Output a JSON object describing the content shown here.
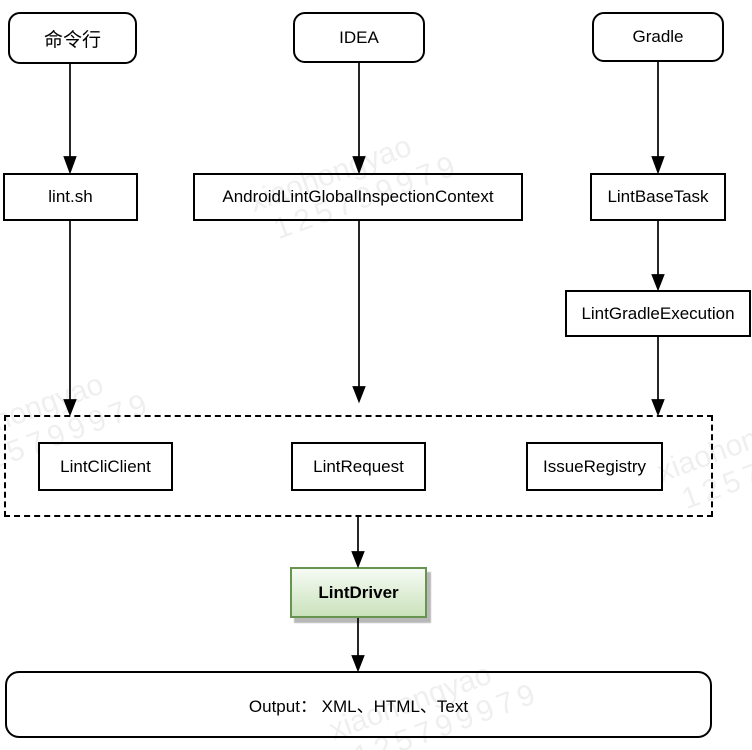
{
  "diagram": {
    "title_hint": "Android Lint flow diagram",
    "nodes": {
      "cmdline": "命令行",
      "idea": "IDEA",
      "gradle": "Gradle",
      "lintsh": "lint.sh",
      "algic": "AndroidLintGlobalInspectionContext",
      "lintbasetask": "LintBaseTask",
      "lintgradleexecution": "LintGradleExecution",
      "lintcliclient": "LintCliClient",
      "lintrequest": "LintRequest",
      "issueregistry": "IssueRegistry",
      "lintdriver": "LintDriver",
      "output": "Output： XML、HTML、Text"
    },
    "colors": {
      "node_border": "#000000",
      "driver_border": "#67944f",
      "driver_fill_top": "#f6fbf4",
      "driver_fill_bottom": "#cae2bc",
      "background": "#ffffff"
    },
    "watermark": {
      "name": "xiaohongyao",
      "number": "125799979"
    }
  }
}
